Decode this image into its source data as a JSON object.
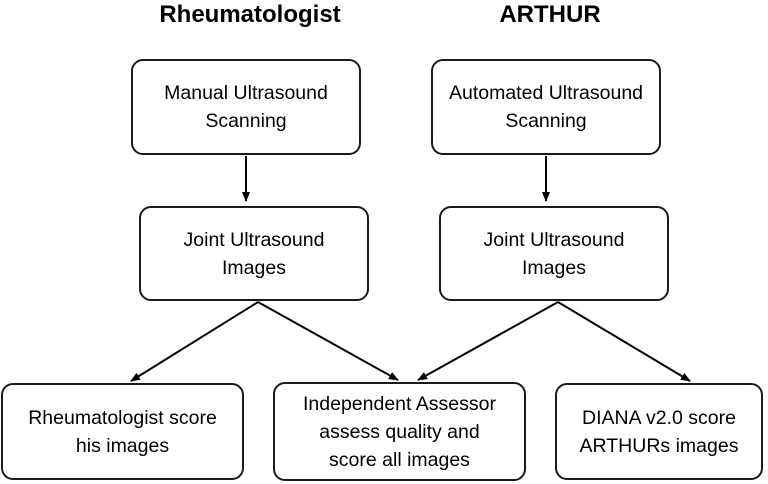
{
  "headings": {
    "left": "Rheumatologist",
    "right": "ARTHUR"
  },
  "nodes": {
    "manual_scanning": "Manual Ultrasound\nScanning",
    "automated_scanning": "Automated Ultrasound\nScanning",
    "joint_images_left": "Joint Ultrasound\nImages",
    "joint_images_right": "Joint Ultrasound\nImages",
    "rheumatologist_score": "Rheumatologist score\nhis images",
    "independent_assessor": "Independent Assessor\nassess quality and\nscore all images",
    "diana_score": "DIANA v2.0 score\nARTHURs images"
  },
  "colors": {
    "stroke": "#1a1a1a",
    "text": "#000000",
    "background": "#ffffff"
  }
}
